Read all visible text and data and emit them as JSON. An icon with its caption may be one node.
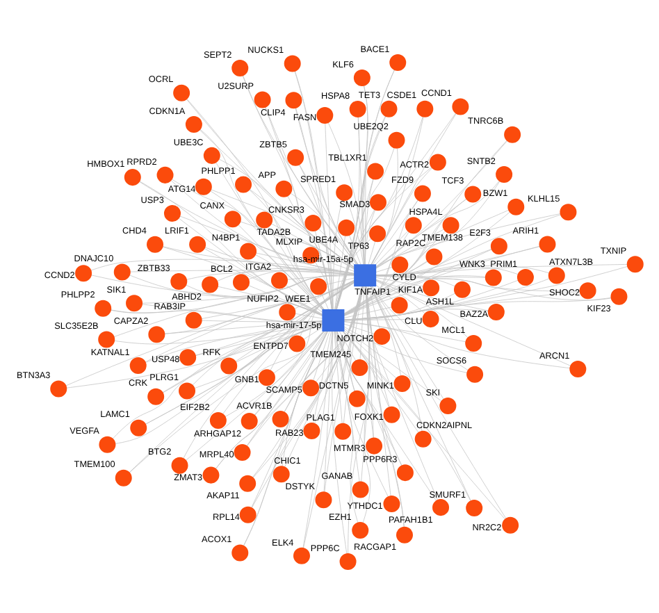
{
  "diagram": {
    "nodes": [
      {
        "text": [
          "FASN"
        ]
      },
      {
        "text": [
          "ACVR1B"
        ]
      },
      {
        "text": [
          "MCL1"
        ]
      },
      {
        "text": [
          "LRIF1"
        ]
      },
      {
        "text": [
          "RACGAP1"
        ]
      },
      {
        "text": [
          "USP48"
        ]
      },
      {
        "text": [
          "WNK3"
        ]
      },
      {
        "text": [
          "U2SURP"
        ]
      },
      {
        "text": [
          "RAB3IP"
        ]
      },
      {
        "text": [
          "TNFAIP1"
        ]
      },
      {
        "text": [
          "EZH1"
        ]
      },
      {
        "text": [
          "NUFIP2"
        ]
      },
      {
        "text": [
          "TXNIP"
        ]
      },
      {
        "text": [
          "TP63"
        ]
      },
      {
        "text": [
          "HSPA4L"
        ]
      },
      {
        "text": [
          "DCTN5"
        ]
      },
      {
        "text": [
          "ARCN1"
        ]
      },
      {
        "text": [
          "ARHGAP12"
        ]
      },
      {
        "text": [
          "PLAG1"
        ]
      },
      {
        "text": [
          "ZBTB5"
        ]
      },
      {
        "text": [
          "FOXK1"
        ]
      },
      {
        "text": [
          "BZW1"
        ]
      },
      {
        "text": [
          "RAP2C"
        ]
      },
      {
        "text": [
          "BACE1"
        ]
      },
      {
        "text": [
          "CLU"
        ]
      },
      {
        "text": [
          "SPRED1"
        ]
      },
      {
        "text": [
          "TMEM100"
        ]
      },
      {
        "text": [
          "PAFAH1B1"
        ]
      },
      {
        "text": [
          "N4BP1"
        ]
      },
      {
        "text": [
          "E2F3"
        ]
      },
      {
        "text": [
          "MRPL40"
        ]
      },
      {
        "text": [
          "PRIM1"
        ]
      },
      {
        "text": [
          "BTG2"
        ]
      },
      {
        "text": [
          "MLXIP"
        ]
      },
      {
        "text": [
          "CDKN1A"
        ]
      },
      {
        "text": [
          "KIF1A"
        ]
      },
      {
        "text": [
          "KLHL15"
        ]
      },
      {
        "text": [
          "OCRL"
        ]
      },
      {
        "text": [
          "SCAMP5"
        ]
      },
      {
        "text": [
          "RFK"
        ]
      },
      {
        "text": [
          "SOCS6"
        ]
      },
      {
        "text": [
          "UBE4A"
        ]
      },
      {
        "text": [
          "BAZ2A"
        ]
      },
      {
        "text": [
          "CAPZA2"
        ]
      },
      {
        "text": [
          "ATG14"
        ]
      },
      {
        "text": [
          "PHLPP1"
        ]
      },
      {
        "text": [
          "TNRC6B"
        ]
      },
      {
        "text": [
          "RAB23"
        ]
      },
      {
        "text": [
          "TBL1XR1"
        ]
      },
      {
        "text": [
          "SMAD3"
        ]
      },
      {
        "text": [
          "SEPT2"
        ]
      },
      {
        "text": [
          "KLF6"
        ]
      },
      {
        "text": [
          "GNB1"
        ]
      },
      {
        "text": [
          "HSPA8"
        ]
      },
      {
        "text": [
          "hsa-mir-17-5p"
        ]
      },
      {
        "text": [
          "ACOX1"
        ]
      },
      {
        "text": [
          "DNAJC10"
        ]
      },
      {
        "text": [
          "CDKN2AIPNL"
        ]
      },
      {
        "text": [
          "hsa-mir-15a-5p"
        ]
      },
      {
        "text": [
          "CNKSR3"
        ]
      },
      {
        "text": [
          "SKI"
        ]
      },
      {
        "text": [
          "TET3"
        ]
      },
      {
        "text": [
          "CANX"
        ]
      },
      {
        "text": [
          "SMURF1"
        ]
      },
      {
        "text": [
          "SHOC2"
        ]
      },
      {
        "text": [
          "SLC35E2B"
        ]
      },
      {
        "text": [
          "CRK"
        ]
      },
      {
        "text": [
          "AKAP11"
        ]
      },
      {
        "text": [
          "ZBTB33"
        ]
      },
      {
        "text": [
          "BCL2"
        ]
      },
      {
        "text": [
          "TCF3"
        ]
      },
      {
        "text": [
          "KATNAL1"
        ]
      },
      {
        "text": [
          "GANAB"
        ]
      },
      {
        "text": [
          "EIF2B2"
        ]
      },
      {
        "text": [
          "YTHDC1"
        ]
      },
      {
        "text": [
          "CLIP4"
        ]
      },
      {
        "text": [
          "DSTYK"
        ]
      },
      {
        "text": [
          "LAMC1"
        ]
      },
      {
        "text": [
          "CHIC1"
        ]
      },
      {
        "text": [
          "RPL14"
        ]
      },
      {
        "text": [
          "TMEM138"
        ]
      },
      {
        "text": [
          "WEE1"
        ]
      },
      {
        "text": [
          "ASH1L"
        ]
      },
      {
        "text": [
          "PPP6R3"
        ]
      },
      {
        "text": [
          "RPRD2"
        ]
      },
      {
        "text": [
          "UBE3C"
        ]
      },
      {
        "text": [
          "CSDE1"
        ]
      },
      {
        "text": [
          "ARIH1"
        ]
      },
      {
        "text": [
          "HMBOX1"
        ]
      },
      {
        "text": [
          "UBE2Q2"
        ]
      },
      {
        "text": [
          "KIF23"
        ]
      },
      {
        "text": [
          "CHD4"
        ]
      },
      {
        "text": [
          "CYLD"
        ]
      },
      {
        "text": [
          "MTMR3"
        ]
      },
      {
        "text": [
          "ATXN7L3B"
        ]
      },
      {
        "text": [
          "VEGFA"
        ]
      },
      {
        "text": [
          "MINK1"
        ]
      },
      {
        "text": [
          "SNTB2"
        ]
      },
      {
        "text": [
          "PPP6C"
        ]
      },
      {
        "text": [
          "CCND2"
        ]
      },
      {
        "text": [
          "USP3"
        ]
      },
      {
        "text": [
          "FZD9"
        ]
      },
      {
        "text": [
          "ITGA2"
        ]
      },
      {
        "text": [
          "ABHD2"
        ]
      },
      {
        "text": [
          "APP"
        ]
      },
      {
        "text": [
          "PLRG1"
        ]
      },
      {
        "text": [
          "BTN3A3"
        ]
      },
      {
        "text": [
          "ENTPD7"
        ]
      },
      {
        "text": [
          "PHLPP2"
        ]
      },
      {
        "text": [
          "NOTCH2"
        ]
      },
      {
        "text": [
          "NR2C2"
        ]
      },
      {
        "text": [
          "TADA2B"
        ]
      },
      {
        "text": [
          "CCND1"
        ]
      },
      {
        "text": [
          "ACTR2"
        ]
      },
      {
        "text": [
          "ELK4"
        ]
      },
      {
        "text": [
          "SIK1"
        ]
      },
      {
        "text": [
          "TMEM245"
        ]
      },
      {
        "text": [
          "NUCKS1"
        ]
      },
      {
        "text": [
          "ZMAT3"
        ]
      }
    ],
    "edges": [
      {
        "from": 54,
        "to": 0,
        "arrow": "none"
      },
      {
        "from": 58,
        "to": 0,
        "arrow": "none"
      },
      {
        "from": 54,
        "to": 1,
        "arrow": "none"
      },
      {
        "from": 58,
        "to": 1,
        "arrow": "none"
      },
      {
        "from": 54,
        "to": 2,
        "arrow": "none"
      },
      {
        "from": 58,
        "to": 2,
        "arrow": "none"
      },
      {
        "from": 54,
        "to": 3,
        "arrow": "none"
      },
      {
        "from": 58,
        "to": 3,
        "arrow": "none"
      },
      {
        "from": 54,
        "to": 4,
        "arrow": "none"
      },
      {
        "from": 58,
        "to": 4,
        "arrow": "none"
      },
      {
        "from": 54,
        "to": 5,
        "arrow": "none"
      },
      {
        "from": 58,
        "to": 5,
        "arrow": "none"
      },
      {
        "from": 54,
        "to": 6,
        "arrow": "none"
      },
      {
        "from": 58,
        "to": 6,
        "arrow": "none"
      },
      {
        "from": 54,
        "to": 7,
        "arrow": "none"
      },
      {
        "from": 58,
        "to": 7,
        "arrow": "none"
      },
      {
        "from": 54,
        "to": 8,
        "arrow": "none"
      },
      {
        "from": 58,
        "to": 8,
        "arrow": "none"
      },
      {
        "from": 54,
        "to": 9,
        "arrow": "none"
      },
      {
        "from": 58,
        "to": 9,
        "arrow": "none"
      },
      {
        "from": 54,
        "to": 10,
        "arrow": "none"
      },
      {
        "from": 58,
        "to": 10,
        "arrow": "none"
      },
      {
        "from": 54,
        "to": 11,
        "arrow": "none"
      },
      {
        "from": 58,
        "to": 11,
        "arrow": "none"
      },
      {
        "from": 54,
        "to": 12,
        "arrow": "none"
      },
      {
        "from": 58,
        "to": 12,
        "arrow": "none"
      },
      {
        "from": 54,
        "to": 13,
        "arrow": "none"
      },
      {
        "from": 58,
        "to": 13,
        "arrow": "none"
      },
      {
        "from": 54,
        "to": 14,
        "arrow": "none"
      },
      {
        "from": 58,
        "to": 14,
        "arrow": "none"
      },
      {
        "from": 54,
        "to": 15,
        "arrow": "none"
      },
      {
        "from": 58,
        "to": 15,
        "arrow": "none"
      },
      {
        "from": 54,
        "to": 16,
        "arrow": "none"
      },
      {
        "from": 58,
        "to": 16,
        "arrow": "none"
      },
      {
        "from": 54,
        "to": 17,
        "arrow": "none"
      },
      {
        "from": 58,
        "to": 17,
        "arrow": "none"
      },
      {
        "from": 54,
        "to": 18,
        "arrow": "none"
      },
      {
        "from": 58,
        "to": 18,
        "arrow": "none"
      },
      {
        "from": 54,
        "to": 19,
        "arrow": "none"
      },
      {
        "from": 58,
        "to": 19,
        "arrow": "none"
      },
      {
        "from": 54,
        "to": 20,
        "arrow": "none"
      },
      {
        "from": 58,
        "to": 20,
        "arrow": "none"
      },
      {
        "from": 54,
        "to": 21,
        "arrow": "none"
      },
      {
        "from": 58,
        "to": 21,
        "arrow": "none"
      },
      {
        "from": 54,
        "to": 22,
        "arrow": "none"
      },
      {
        "from": 58,
        "to": 22,
        "arrow": "none"
      },
      {
        "from": 54,
        "to": 23,
        "arrow": "none"
      },
      {
        "from": 58,
        "to": 23,
        "arrow": "none"
      },
      {
        "from": 54,
        "to": 24,
        "arrow": "none"
      },
      {
        "from": 58,
        "to": 24,
        "arrow": "none"
      },
      {
        "from": 54,
        "to": 25,
        "arrow": "none"
      },
      {
        "from": 58,
        "to": 25,
        "arrow": "none"
      },
      {
        "from": 54,
        "to": 26,
        "arrow": "none"
      },
      {
        "from": 58,
        "to": 26,
        "arrow": "none"
      },
      {
        "from": 54,
        "to": 27,
        "arrow": "none"
      },
      {
        "from": 58,
        "to": 27,
        "arrow": "none"
      },
      {
        "from": 54,
        "to": 28,
        "arrow": "none"
      },
      {
        "from": 58,
        "to": 28,
        "arrow": "none"
      },
      {
        "from": 54,
        "to": 29,
        "arrow": "none"
      },
      {
        "from": 58,
        "to": 29,
        "arrow": "none"
      },
      {
        "from": 54,
        "to": 30,
        "arrow": "none"
      },
      {
        "from": 58,
        "to": 30,
        "arrow": "none"
      },
      {
        "from": 54,
        "to": 31,
        "arrow": "none"
      },
      {
        "from": 58,
        "to": 31,
        "arrow": "none"
      },
      {
        "from": 54,
        "to": 32,
        "arrow": "none"
      },
      {
        "from": 58,
        "to": 32,
        "arrow": "none"
      },
      {
        "from": 54,
        "to": 33,
        "arrow": "none"
      },
      {
        "from": 58,
        "to": 33,
        "arrow": "none"
      },
      {
        "from": 54,
        "to": 34,
        "arrow": "none"
      },
      {
        "from": 58,
        "to": 34,
        "arrow": "none"
      },
      {
        "from": 54,
        "to": 35,
        "arrow": "none"
      },
      {
        "from": 58,
        "to": 35,
        "arrow": "none"
      },
      {
        "from": 54,
        "to": 36,
        "arrow": "none"
      },
      {
        "from": 58,
        "to": 36,
        "arrow": "none"
      },
      {
        "from": 54,
        "to": 37,
        "arrow": "none"
      },
      {
        "from": 58,
        "to": 37,
        "arrow": "none"
      },
      {
        "from": 54,
        "to": 38,
        "arrow": "none"
      },
      {
        "from": 58,
        "to": 38,
        "arrow": "none"
      },
      {
        "from": 54,
        "to": 39,
        "arrow": "none"
      },
      {
        "from": 58,
        "to": 39,
        "arrow": "none"
      },
      {
        "from": 54,
        "to": 40,
        "arrow": "none"
      },
      {
        "from": 58,
        "to": 40,
        "arrow": "none"
      },
      {
        "from": 54,
        "to": 41,
        "arrow": "none"
      },
      {
        "from": 58,
        "to": 41,
        "arrow": "none"
      },
      {
        "from": 54,
        "to": 42,
        "arrow": "none"
      },
      {
        "from": 58,
        "to": 42,
        "arrow": "none"
      },
      {
        "from": 54,
        "to": 43,
        "arrow": "none"
      },
      {
        "from": 58,
        "to": 43,
        "arrow": "none"
      },
      {
        "from": 54,
        "to": 44,
        "arrow": "none"
      },
      {
        "from": 58,
        "to": 44,
        "arrow": "none"
      },
      {
        "from": 54,
        "to": 45,
        "arrow": "none"
      },
      {
        "from": 58,
        "to": 45,
        "arrow": "none"
      },
      {
        "from": 54,
        "to": 46,
        "arrow": "none"
      },
      {
        "from": 58,
        "to": 46,
        "arrow": "none"
      },
      {
        "from": 54,
        "to": 47,
        "arrow": "none"
      },
      {
        "from": 58,
        "to": 47,
        "arrow": "none"
      },
      {
        "from": 54,
        "to": 48,
        "arrow": "none"
      },
      {
        "from": 58,
        "to": 48,
        "arrow": "none"
      },
      {
        "from": 54,
        "to": 49,
        "arrow": "none"
      },
      {
        "from": 58,
        "to": 49,
        "arrow": "none"
      },
      {
        "from": 54,
        "to": 50,
        "arrow": "none"
      },
      {
        "from": 58,
        "to": 50,
        "arrow": "none"
      },
      {
        "from": 54,
        "to": 51,
        "arrow": "none"
      },
      {
        "from": 58,
        "to": 51,
        "arrow": "none"
      },
      {
        "from": 54,
        "to": 52,
        "arrow": "none"
      },
      {
        "from": 58,
        "to": 52,
        "arrow": "none"
      },
      {
        "from": 54,
        "to": 53,
        "arrow": "none"
      },
      {
        "from": 58,
        "to": 53,
        "arrow": "none"
      },
      {
        "from": 54,
        "to": 55,
        "arrow": "none"
      },
      {
        "from": 58,
        "to": 55,
        "arrow": "none"
      },
      {
        "from": 54,
        "to": 56,
        "arrow": "none"
      },
      {
        "from": 58,
        "to": 56,
        "arrow": "none"
      },
      {
        "from": 54,
        "to": 57,
        "arrow": "none"
      },
      {
        "from": 58,
        "to": 57,
        "arrow": "none"
      },
      {
        "from": 54,
        "to": 59,
        "arrow": "none"
      },
      {
        "from": 58,
        "to": 59,
        "arrow": "none"
      },
      {
        "from": 54,
        "to": 60,
        "arrow": "none"
      },
      {
        "from": 58,
        "to": 60,
        "arrow": "none"
      },
      {
        "from": 54,
        "to": 61,
        "arrow": "none"
      },
      {
        "from": 58,
        "to": 61,
        "arrow": "none"
      },
      {
        "from": 54,
        "to": 62,
        "arrow": "none"
      },
      {
        "from": 58,
        "to": 62,
        "arrow": "none"
      },
      {
        "from": 54,
        "to": 63,
        "arrow": "none"
      },
      {
        "from": 58,
        "to": 63,
        "arrow": "none"
      },
      {
        "from": 54,
        "to": 64,
        "arrow": "none"
      },
      {
        "from": 58,
        "to": 64,
        "arrow": "none"
      },
      {
        "from": 54,
        "to": 65,
        "arrow": "none"
      },
      {
        "from": 58,
        "to": 65,
        "arrow": "none"
      },
      {
        "from": 54,
        "to": 66,
        "arrow": "none"
      },
      {
        "from": 58,
        "to": 66,
        "arrow": "none"
      },
      {
        "from": 54,
        "to": 67,
        "arrow": "none"
      },
      {
        "from": 58,
        "to": 67,
        "arrow": "none"
      },
      {
        "from": 54,
        "to": 68,
        "arrow": "none"
      },
      {
        "from": 58,
        "to": 68,
        "arrow": "none"
      },
      {
        "from": 54,
        "to": 69,
        "arrow": "none"
      },
      {
        "from": 58,
        "to": 69,
        "arrow": "none"
      },
      {
        "from": 54,
        "to": 70,
        "arrow": "none"
      },
      {
        "from": 58,
        "to": 70,
        "arrow": "none"
      },
      {
        "from": 54,
        "to": 71,
        "arrow": "none"
      },
      {
        "from": 58,
        "to": 71,
        "arrow": "none"
      },
      {
        "from": 54,
        "to": 72,
        "arrow": "none"
      },
      {
        "from": 58,
        "to": 72,
        "arrow": "none"
      },
      {
        "from": 54,
        "to": 73,
        "arrow": "none"
      },
      {
        "from": 58,
        "to": 73,
        "arrow": "none"
      },
      {
        "from": 54,
        "to": 74,
        "arrow": "none"
      },
      {
        "from": 58,
        "to": 74,
        "arrow": "none"
      },
      {
        "from": 54,
        "to": 75,
        "arrow": "none"
      },
      {
        "from": 58,
        "to": 75,
        "arrow": "none"
      },
      {
        "from": 54,
        "to": 76,
        "arrow": "none"
      },
      {
        "from": 58,
        "to": 76,
        "arrow": "none"
      },
      {
        "from": 54,
        "to": 77,
        "arrow": "none"
      },
      {
        "from": 58,
        "to": 77,
        "arrow": "none"
      },
      {
        "from": 54,
        "to": 78,
        "arrow": "none"
      },
      {
        "from": 58,
        "to": 78,
        "arrow": "none"
      },
      {
        "from": 54,
        "to": 79,
        "arrow": "none"
      },
      {
        "from": 58,
        "to": 79,
        "arrow": "none"
      },
      {
        "from": 54,
        "to": 80,
        "arrow": "none"
      },
      {
        "from": 58,
        "to": 80,
        "arrow": "none"
      },
      {
        "from": 54,
        "to": 81,
        "arrow": "none"
      },
      {
        "from": 58,
        "to": 81,
        "arrow": "none"
      },
      {
        "from": 54,
        "to": 82,
        "arrow": "none"
      },
      {
        "from": 58,
        "to": 82,
        "arrow": "none"
      },
      {
        "from": 54,
        "to": 83,
        "arrow": "none"
      },
      {
        "from": 58,
        "to": 83,
        "arrow": "none"
      },
      {
        "from": 54,
        "to": 84,
        "arrow": "none"
      },
      {
        "from": 58,
        "to": 84,
        "arrow": "none"
      },
      {
        "from": 54,
        "to": 85,
        "arrow": "none"
      },
      {
        "from": 58,
        "to": 85,
        "arrow": "none"
      },
      {
        "from": 54,
        "to": 86,
        "arrow": "none"
      },
      {
        "from": 58,
        "to": 86,
        "arrow": "none"
      },
      {
        "from": 54,
        "to": 87,
        "arrow": "none"
      },
      {
        "from": 58,
        "to": 87,
        "arrow": "none"
      },
      {
        "from": 54,
        "to": 88,
        "arrow": "none"
      },
      {
        "from": 58,
        "to": 88,
        "arrow": "none"
      },
      {
        "from": 54,
        "to": 89,
        "arrow": "none"
      },
      {
        "from": 58,
        "to": 89,
        "arrow": "none"
      },
      {
        "from": 54,
        "to": 90,
        "arrow": "none"
      },
      {
        "from": 58,
        "to": 90,
        "arrow": "none"
      },
      {
        "from": 54,
        "to": 91,
        "arrow": "none"
      },
      {
        "from": 58,
        "to": 91,
        "arrow": "none"
      },
      {
        "from": 54,
        "to": 92,
        "arrow": "none"
      },
      {
        "from": 58,
        "to": 92,
        "arrow": "none"
      },
      {
        "from": 54,
        "to": 93,
        "arrow": "none"
      },
      {
        "from": 58,
        "to": 93,
        "arrow": "none"
      },
      {
        "from": 54,
        "to": 94,
        "arrow": "none"
      },
      {
        "from": 58,
        "to": 94,
        "arrow": "none"
      },
      {
        "from": 54,
        "to": 95,
        "arrow": "none"
      },
      {
        "from": 58,
        "to": 95,
        "arrow": "none"
      },
      {
        "from": 54,
        "to": 96,
        "arrow": "none"
      },
      {
        "from": 58,
        "to": 96,
        "arrow": "none"
      },
      {
        "from": 54,
        "to": 97,
        "arrow": "none"
      },
      {
        "from": 58,
        "to": 97,
        "arrow": "none"
      },
      {
        "from": 54,
        "to": 98,
        "arrow": "none"
      },
      {
        "from": 58,
        "to": 98,
        "arrow": "none"
      },
      {
        "from": 54,
        "to": 99,
        "arrow": "none"
      },
      {
        "from": 58,
        "to": 99,
        "arrow": "none"
      },
      {
        "from": 54,
        "to": 100,
        "arrow": "none"
      },
      {
        "from": 58,
        "to": 100,
        "arrow": "none"
      },
      {
        "from": 54,
        "to": 101,
        "arrow": "none"
      },
      {
        "from": 58,
        "to": 101,
        "arrow": "none"
      },
      {
        "from": 54,
        "to": 102,
        "arrow": "none"
      },
      {
        "from": 58,
        "to": 102,
        "arrow": "none"
      },
      {
        "from": 54,
        "to": 103,
        "arrow": "none"
      },
      {
        "from": 58,
        "to": 103,
        "arrow": "none"
      },
      {
        "from": 54,
        "to": 104,
        "arrow": "none"
      },
      {
        "from": 58,
        "to": 104,
        "arrow": "none"
      },
      {
        "from": 54,
        "to": 105,
        "arrow": "none"
      },
      {
        "from": 58,
        "to": 105,
        "arrow": "none"
      },
      {
        "from": 54,
        "to": 106,
        "arrow": "none"
      },
      {
        "from": 58,
        "to": 106,
        "arrow": "none"
      },
      {
        "from": 54,
        "to": 107,
        "arrow": "none"
      },
      {
        "from": 58,
        "to": 107,
        "arrow": "none"
      },
      {
        "from": 54,
        "to": 108,
        "arrow": "none"
      },
      {
        "from": 58,
        "to": 108,
        "arrow": "none"
      },
      {
        "from": 54,
        "to": 109,
        "arrow": "none"
      },
      {
        "from": 58,
        "to": 109,
        "arrow": "none"
      },
      {
        "from": 54,
        "to": 110,
        "arrow": "none"
      },
      {
        "from": 58,
        "to": 110,
        "arrow": "none"
      },
      {
        "from": 54,
        "to": 111,
        "arrow": "none"
      },
      {
        "from": 58,
        "to": 111,
        "arrow": "none"
      },
      {
        "from": 54,
        "to": 112,
        "arrow": "none"
      },
      {
        "from": 58,
        "to": 112,
        "arrow": "none"
      },
      {
        "from": 54,
        "to": 113,
        "arrow": "none"
      },
      {
        "from": 58,
        "to": 113,
        "arrow": "none"
      },
      {
        "from": 54,
        "to": 114,
        "arrow": "none"
      },
      {
        "from": 58,
        "to": 114,
        "arrow": "none"
      },
      {
        "from": 54,
        "to": 115,
        "arrow": "none"
      },
      {
        "from": 58,
        "to": 115,
        "arrow": "none"
      },
      {
        "from": 54,
        "to": 116,
        "arrow": "none"
      },
      {
        "from": 58,
        "to": 116,
        "arrow": "none"
      },
      {
        "from": 54,
        "to": 117,
        "arrow": "none"
      },
      {
        "from": 58,
        "to": 117,
        "arrow": "none"
      },
      {
        "from": 54,
        "to": 118,
        "arrow": "none"
      },
      {
        "from": 58,
        "to": 118,
        "arrow": "none"
      }
    ]
  }
}
